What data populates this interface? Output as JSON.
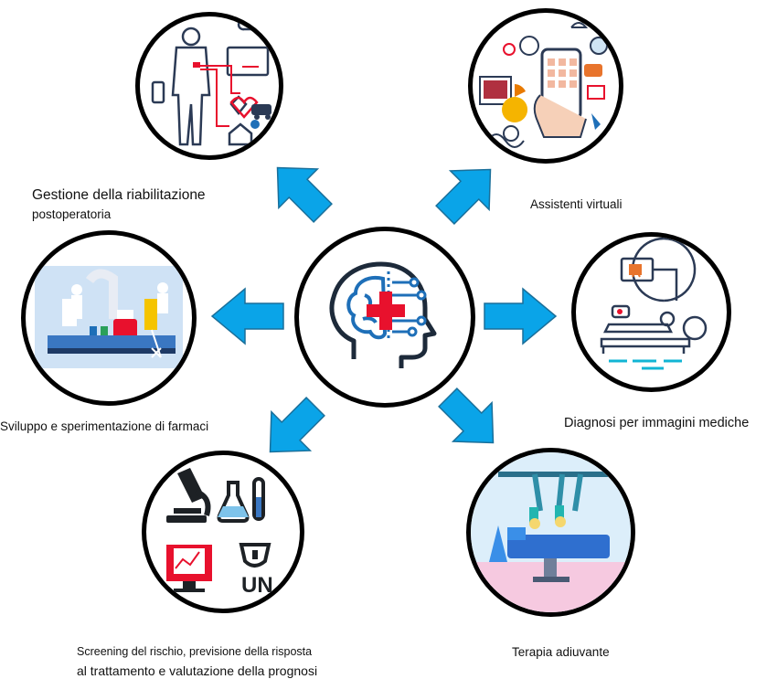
{
  "center": {
    "icon": "ai-brain-medical-cross-icon"
  },
  "nodes": [
    {
      "id": "rehab",
      "label_line1": "Gestione della riabilitazione",
      "label_line2": "postoperatoria",
      "icon": "patient-monitoring-icon"
    },
    {
      "id": "assistants",
      "label": "Assistenti virtuali",
      "icon": "smartphone-assistant-icon"
    },
    {
      "id": "drugs",
      "label": "Sviluppo e sperimentazione di farmaci",
      "icon": "pharma-lab-icon"
    },
    {
      "id": "imaging",
      "label": "Diagnosi per immagini mediche",
      "icon": "ct-scanner-icon"
    },
    {
      "id": "screening",
      "label_line1": "Screening del rischio, previsione della risposta",
      "label_line2": "al trattamento e valutazione della prognosi",
      "icon": "lab-tools-icon",
      "icon_text": "UN"
    },
    {
      "id": "therapy",
      "label": "Terapia adiuvante",
      "icon": "surgical-robot-icon"
    }
  ],
  "colors": {
    "arrow": "#0aa4e8",
    "arrow_stroke": "#1a6f9a",
    "accent_red": "#e8112d",
    "brain_blue": "#1e6fb8"
  }
}
